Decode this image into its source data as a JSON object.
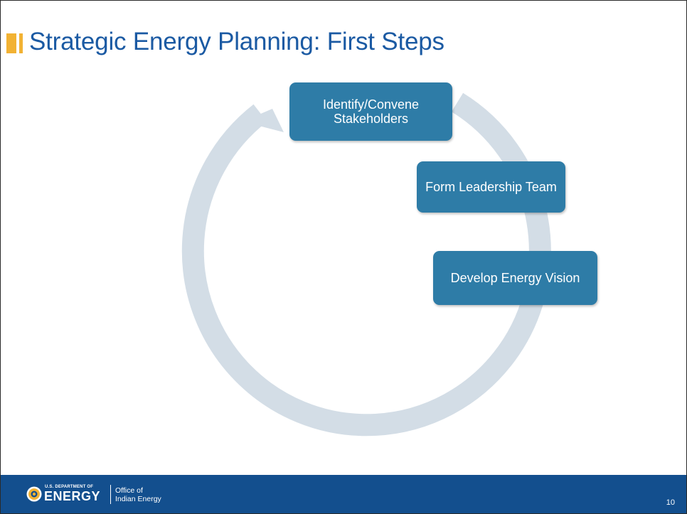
{
  "slide": {
    "title": "Strategic Energy Planning: First Steps",
    "page_number": "10"
  },
  "diagram": {
    "ring_color": "#d3dde6",
    "box_color": "#2e7ca7",
    "steps": [
      {
        "label": "Identify/Convene Stakeholders"
      },
      {
        "label": "Form Leadership Team"
      },
      {
        "label": "Develop Energy Vision"
      }
    ]
  },
  "footer": {
    "agency_top": "U.S. DEPARTMENT OF",
    "agency_main": "ENERGY",
    "office_line1": "Office of",
    "office_line2": "Indian Energy",
    "background": "#134f8e",
    "accent": "#f2b233"
  }
}
